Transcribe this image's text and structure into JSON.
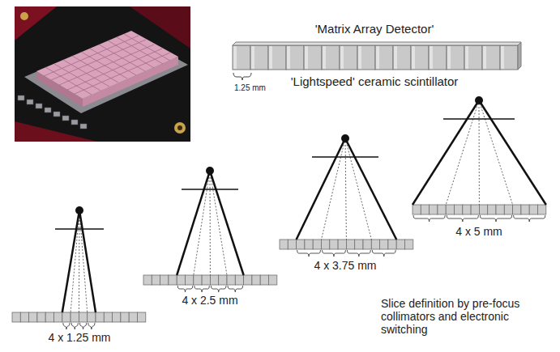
{
  "diagram": {
    "labels": [
      "'Matrix Array Detector'",
      "1.25 mm",
      "'Lightspeed' ceramic scintillator",
      "4 x 1.25 mm",
      "4 x 2.5 mm",
      "4 x 3.75 mm",
      "4 x 5 mm",
      "Slice definition by pre-focus collimators and electronic switching"
    ]
  }
}
